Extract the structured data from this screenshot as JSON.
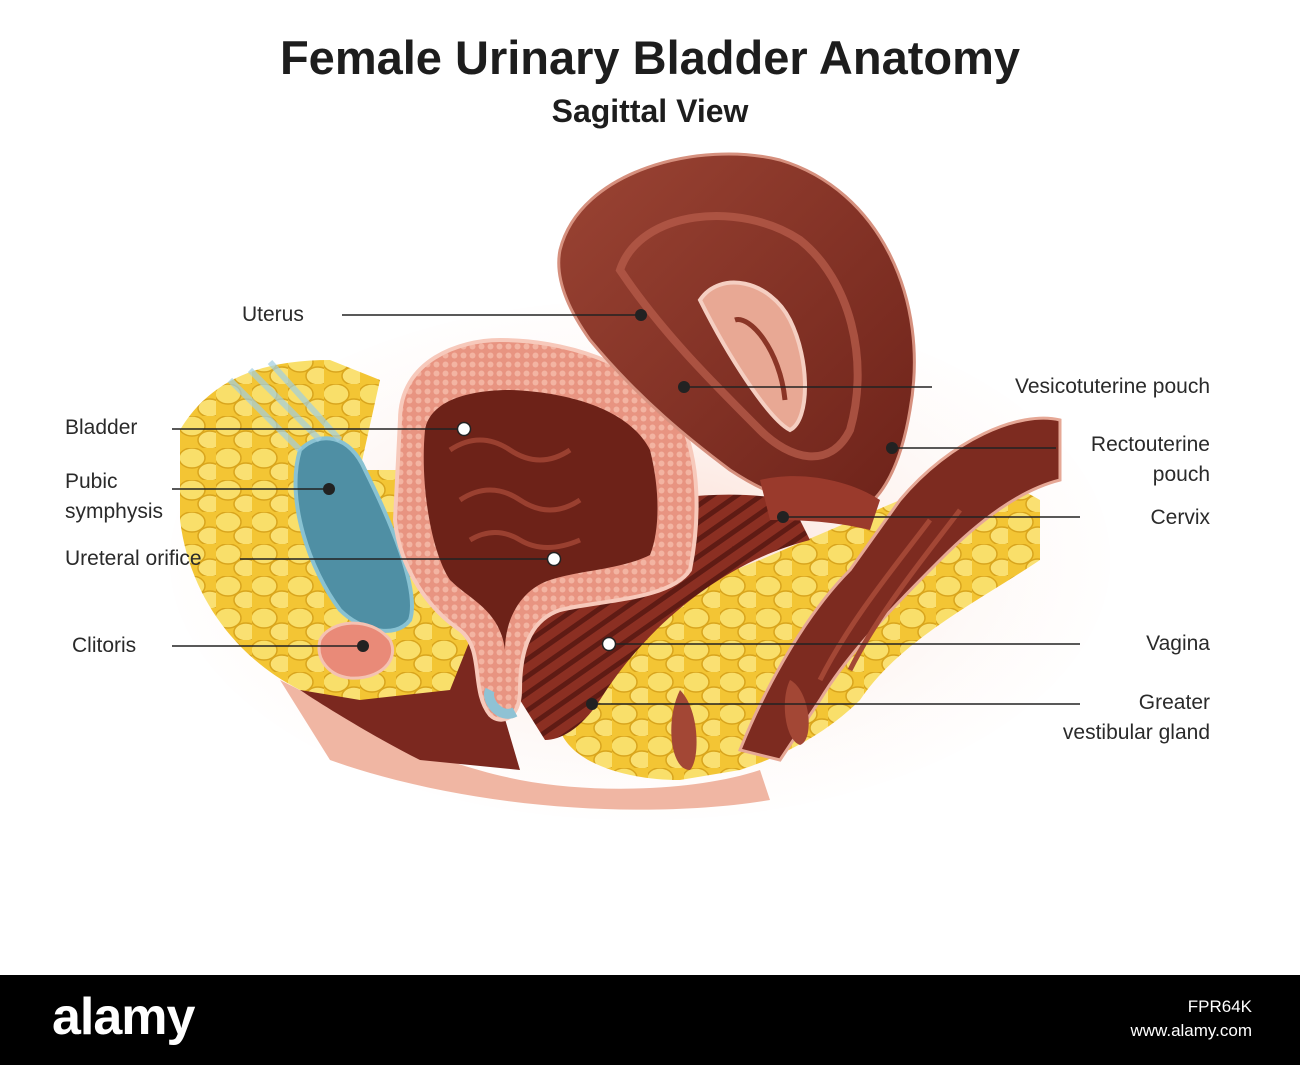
{
  "title": "Female Urinary Bladder Anatomy",
  "subtitle": "Sagittal View",
  "labels": {
    "uterus": "Uterus",
    "bladder": "Bladder",
    "pubic_symphysis": "Pubic\nsymphysis",
    "ureteral_orifice": "Ureteral orifice",
    "clitoris": "Clitoris",
    "vesicouterine_pouch": "Vesicotuterine pouch",
    "rectouterine_pouch": "Rectouterine\npouch",
    "cervix": "Cervix",
    "vagina": "Vagina",
    "greater_vestibular_gland": "Greater\nvestibular gland"
  },
  "watermark": {
    "brand": "alamy",
    "image_id": "FPR64K",
    "site": "www.alamy.com"
  },
  "colors": {
    "fat": "#f4c93a",
    "muscle": "#7a2a20",
    "bladder_wall": "#e99a8a",
    "pubic_cartilage": "#4e8ea3",
    "skin": "#f2b8a6",
    "leader_line": "#222222"
  }
}
